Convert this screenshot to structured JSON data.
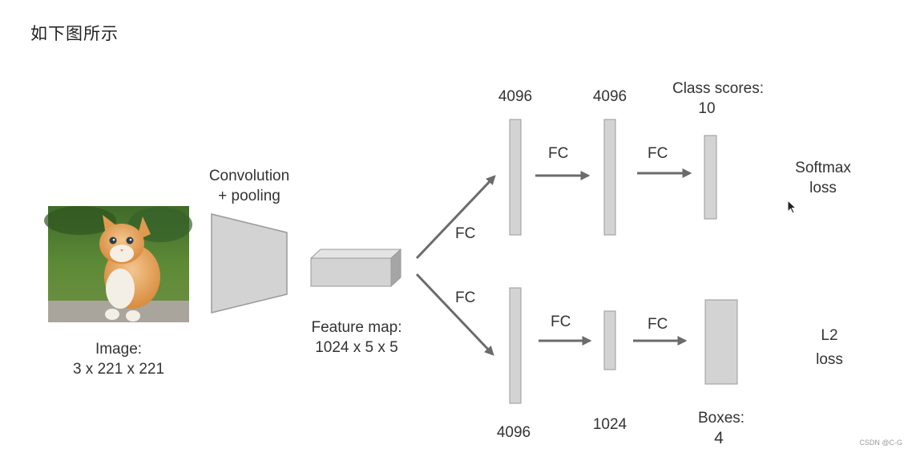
{
  "heading": "如下图所示",
  "labels": {
    "image_title": "Image:",
    "image_dims": "3 x 221 x 221",
    "conv_line1": "Convolution",
    "conv_line2": "+ pooling",
    "feature_title": "Feature map:",
    "feature_dims": "1024 x 5 x 5",
    "fc": "FC",
    "top_fc1_size": "4096",
    "top_fc2_size": "4096",
    "class_scores_title": "Class scores:",
    "class_scores_count": "10",
    "softmax_line1": "Softmax",
    "softmax_line2": "loss",
    "bottom_fc1_size": "4096",
    "bottom_fc2_size": "1024",
    "boxes_title": "Boxes:",
    "boxes_count": "4",
    "l2_line1": "L2",
    "l2_line2": "loss"
  },
  "watermark": "CSDN @C-G",
  "colors": {
    "box_fill": "#d3d3d3",
    "box_stroke": "#9a9a9a",
    "arrow": "#6b6b6b"
  }
}
